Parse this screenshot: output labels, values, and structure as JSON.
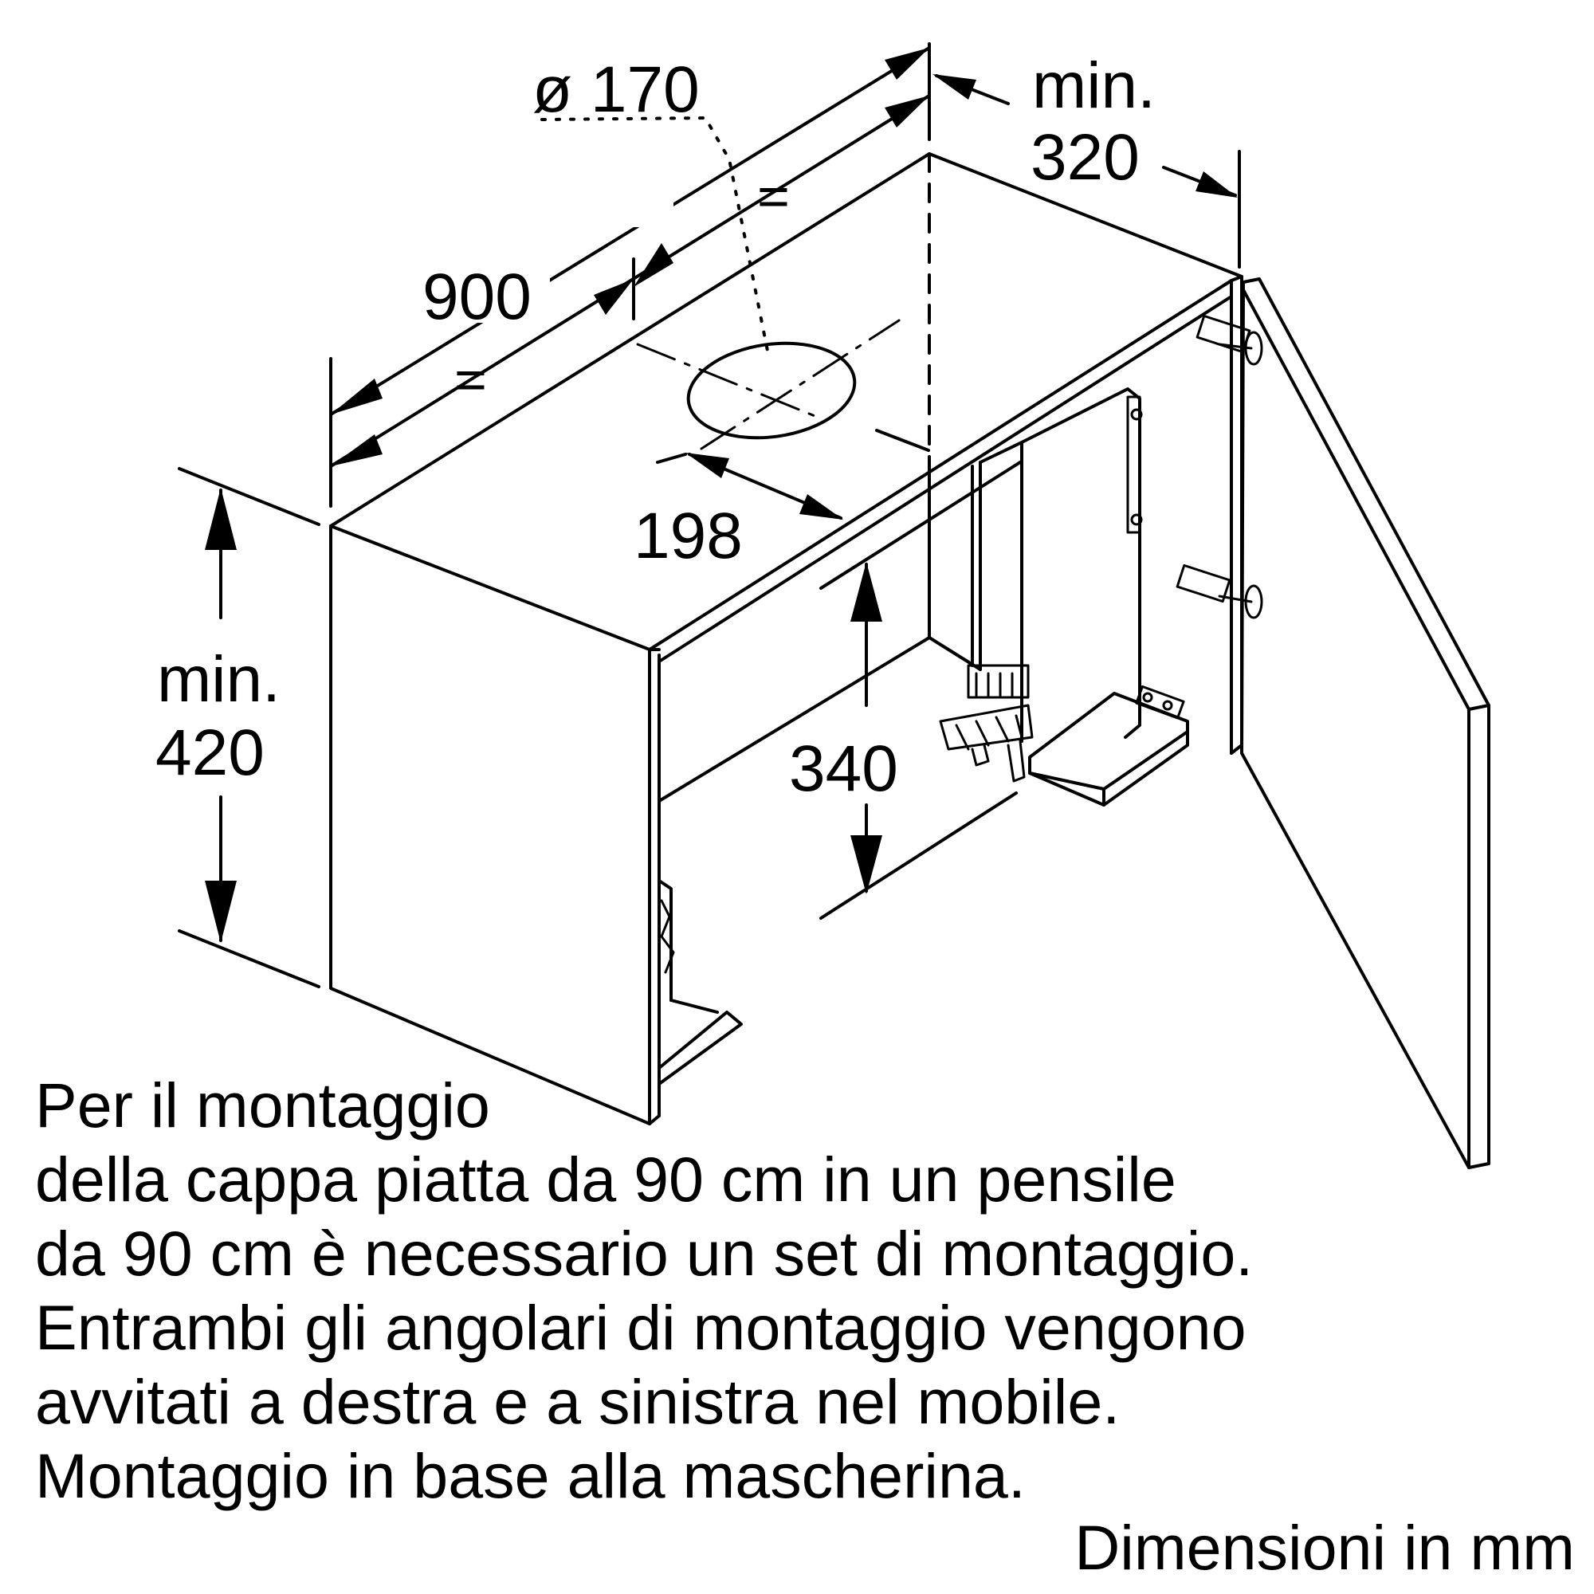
{
  "dimensions": {
    "diameter": "ø 170",
    "width": "900",
    "equal_mark": "=",
    "depth_min_label": "min.",
    "depth_min_value": "320",
    "offset": "198",
    "height_min_label": "min.",
    "height_min_value": "420",
    "inner_height": "340"
  },
  "note": {
    "lines": [
      "Per il montaggio",
      "della cappa piatta da 90 cm in un pensile",
      "da 90 cm è necessario un set di montaggio.",
      "Entrambi gli angolari di montaggio vengono",
      "avvitati a destra e a sinistra nel mobile.",
      "Montaggio in base alla mascherina."
    ]
  },
  "units_label": "Dimensioni in mm"
}
